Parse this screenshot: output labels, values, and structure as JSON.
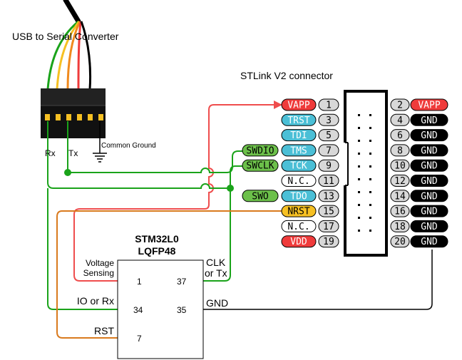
{
  "labels": {
    "usb_converter": "USB to Serial  Converter",
    "stlink_title": "STLink V2 connector",
    "common_ground": "Common Ground",
    "rx": "Rx",
    "tx": "Tx",
    "mcu_name": "STM32L0",
    "mcu_package": "LQFP48",
    "voltage_sensing_1": "Voltage",
    "voltage_sensing_2": "Sensing",
    "io_or_rx": "IO or Rx",
    "rst": "RST",
    "clk": "CLK",
    "or_tx": "or Tx",
    "gnd": "GND"
  },
  "mcu_pins": {
    "p1": "1",
    "p34": "34",
    "p7": "7",
    "p37": "37",
    "p35": "35"
  },
  "connector_left": [
    {
      "name": "VAPP",
      "num": "1",
      "color": "#ef3b3b",
      "text_color": "#ffffff"
    },
    {
      "name": "TRST",
      "num": "3",
      "color": "#4bbfd6",
      "text_color": "#ffffff"
    },
    {
      "name": "TDI",
      "num": "5",
      "color": "#4bbfd6",
      "text_color": "#ffffff"
    },
    {
      "name": "TMS",
      "num": "7",
      "color": "#4bbfd6",
      "text_color": "#ffffff"
    },
    {
      "name": "TCK",
      "num": "9",
      "color": "#4bbfd6",
      "text_color": "#ffffff"
    },
    {
      "name": "N.C.",
      "num": "11",
      "color": "#ffffff",
      "text_color": "#000000"
    },
    {
      "name": "TDO",
      "num": "13",
      "color": "#4bbfd6",
      "text_color": "#ffffff"
    },
    {
      "name": "NRST",
      "num": "15",
      "color": "#f6c023",
      "text_color": "#000000"
    },
    {
      "name": "N.C.",
      "num": "17",
      "color": "#ffffff",
      "text_color": "#000000"
    },
    {
      "name": "VDD",
      "num": "19",
      "color": "#ef3b3b",
      "text_color": "#ffffff"
    }
  ],
  "connector_right": [
    {
      "num": "2",
      "name": "VAPP",
      "color": "#ef3b3b"
    },
    {
      "num": "4",
      "name": "GND",
      "color": "#000000"
    },
    {
      "num": "6",
      "name": "GND",
      "color": "#000000"
    },
    {
      "num": "8",
      "name": "GND",
      "color": "#000000"
    },
    {
      "num": "10",
      "name": "GND",
      "color": "#000000"
    },
    {
      "num": "12",
      "name": "GND",
      "color": "#000000"
    },
    {
      "num": "14",
      "name": "GND",
      "color": "#000000"
    },
    {
      "num": "16",
      "name": "GND",
      "color": "#000000"
    },
    {
      "num": "18",
      "name": "GND",
      "color": "#000000"
    },
    {
      "num": "20",
      "name": "GND",
      "color": "#000000"
    }
  ],
  "swd_tags": [
    {
      "name": "SWDIO",
      "row": 3
    },
    {
      "name": "SWCLK",
      "row": 4
    },
    {
      "name": "SWO",
      "row": 6
    }
  ],
  "colors": {
    "swd_tag": "#6cc04a",
    "pin_num_bg": "#d8d8d8",
    "wire_red": "#ef4d4d",
    "wire_green": "#1aa31a",
    "wire_orange": "#d97a1e",
    "wire_black": "#000000",
    "usb_wires": [
      "#1aa31a",
      "#f6c023",
      "#f08a1e",
      "#ef3b3b",
      "#000000"
    ]
  }
}
